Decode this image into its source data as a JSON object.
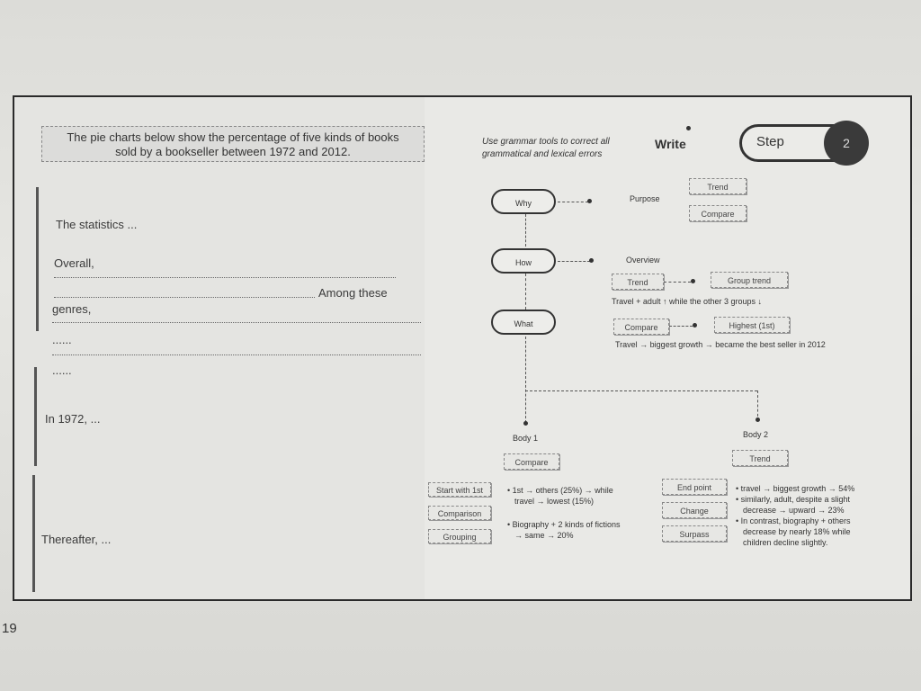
{
  "prompt": {
    "line1": "The pie charts below show the percentage of five kinds of books",
    "line2": "sold by a bookseller between 1972 and 2012."
  },
  "left": {
    "statistics": "The statistics ...",
    "overall": "Overall,",
    "among": "Among these",
    "genres": "genres,",
    "ell1": "......",
    "ell2": "......",
    "in1972": "In 1972, ...",
    "thereafter": "Thereafter, ..."
  },
  "header": {
    "grammar1": "Use grammar tools to correct all",
    "grammar2": "grammatical and lexical errors",
    "write": "Write",
    "step": "Step",
    "step_num": "2"
  },
  "flow": {
    "why": "Why",
    "how": "How",
    "what": "What",
    "purpose": "Purpose",
    "trend_top": "Trend",
    "compare_top": "Compare",
    "overview": "Overview",
    "trend": "Trend",
    "group_trend": "Group trend",
    "overview_note": "Travel + adult ↑ while the other 3 groups ↓",
    "compare": "Compare",
    "highest": "Highest (1st)",
    "highest_note": "Travel → biggest growth → became the best seller in 2012"
  },
  "body1": {
    "title": "Body 1",
    "compare": "Compare",
    "tags": [
      "Start with 1st",
      "Comparison",
      "Grouping"
    ],
    "bullet1_a": "1st → others (25%) → while",
    "bullet1_b": "travel → lowest (15%)",
    "bullet2_a": "Biography + 2 kinds of fictions",
    "bullet2_b": "→ same → 20%"
  },
  "body2": {
    "title": "Body 2",
    "trend": "Trend",
    "tags": [
      "End point",
      "Change",
      "Surpass"
    ],
    "b1": "travel → biggest growth → 54%",
    "b2a": "similarly, adult, despite a slight",
    "b2b": "decrease → upward → 23%",
    "b3a": "In contrast, biography + others",
    "b3b": "decrease by nearly 18% while",
    "b3c": "children decline slightly."
  },
  "page_number": "19"
}
